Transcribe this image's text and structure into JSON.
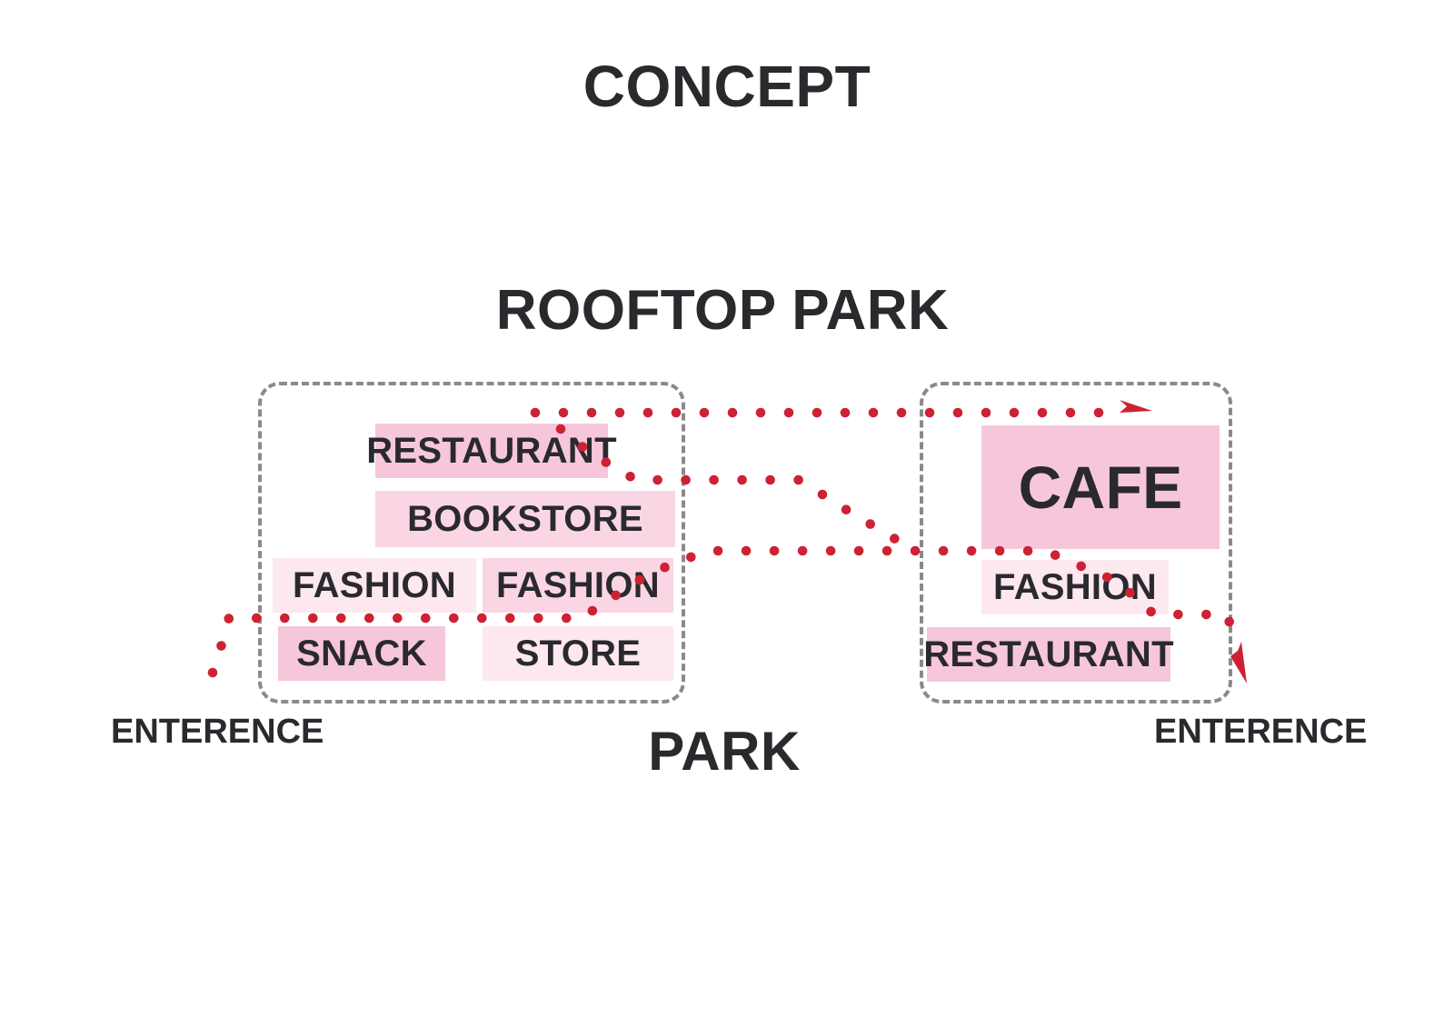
{
  "titles": {
    "concept": "CONCEPT",
    "rooftop": "ROOFTOP PARK",
    "park": "PARK"
  },
  "left_block": {
    "restaurant": "RESTAURANT",
    "bookstore": "BOOKSTORE",
    "fashion_a": "FASHION",
    "fashion_b": "FASHION",
    "snack": "SNACK",
    "store": "STORE"
  },
  "right_block": {
    "cafe": "CAFE",
    "fashion": "FASHION",
    "restaurant": "RESTAURANT"
  },
  "entrances": {
    "left": "ENTERENCE",
    "right": "ENTERENCE"
  },
  "colors": {
    "route": "#cc2233",
    "zone_border": "#8a8a8a",
    "room_strong": "#f6c7da",
    "room_mid": "#fad6e4",
    "room_light": "#fde8f0",
    "text": "#2a2a2e"
  }
}
